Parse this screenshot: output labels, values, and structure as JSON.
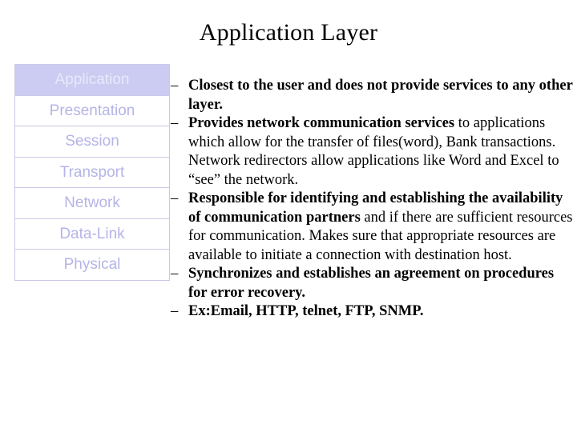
{
  "slide": {
    "title": "Application Layer",
    "stack": {
      "layers": [
        {
          "label": "Application",
          "highlighted": true
        },
        {
          "label": "Presentation",
          "highlighted": false
        },
        {
          "label": "Session",
          "highlighted": false
        },
        {
          "label": "Transport",
          "highlighted": false
        },
        {
          "label": "Network",
          "highlighted": false
        },
        {
          "label": "Data-Link",
          "highlighted": false
        },
        {
          "label": "Physical",
          "highlighted": false
        }
      ]
    },
    "bullets": [
      {
        "marker": "–",
        "segments": [
          {
            "text": "Closest to the user and does not provide services to any other layer.",
            "bold": true
          }
        ]
      },
      {
        "marker": "–",
        "segments": [
          {
            "text": "Provides network communication services",
            "bold": true
          },
          {
            "text": " to applications which allow for the transfer of files(word), Bank transactions. Network redirectors allow applications like Word and Excel to “see” the network.",
            "bold": false
          }
        ]
      },
      {
        "marker": "–",
        "segments": [
          {
            "text": "Responsible for identifying and establishing the availability of communication partners",
            "bold": true
          },
          {
            "text": " and if there are sufficient resources for communication. Makes sure that appropriate resources are available to initiate a connection with destination host.",
            "bold": false
          }
        ]
      },
      {
        "marker": "–",
        "segments": [
          {
            "text": "Synchronizes and establishes an agreement on procedures for error recovery.",
            "bold": true
          }
        ]
      },
      {
        "marker": "–",
        "segments": [
          {
            "text": "Ex:Email, HTTP, telnet, FTP, SNMP.",
            "bold": true
          }
        ]
      }
    ],
    "colors": {
      "highlight_bg": "#ccccf2",
      "stack_text": "#b4b4e8",
      "border": "#c9c9e6",
      "body_text": "#000000"
    }
  }
}
